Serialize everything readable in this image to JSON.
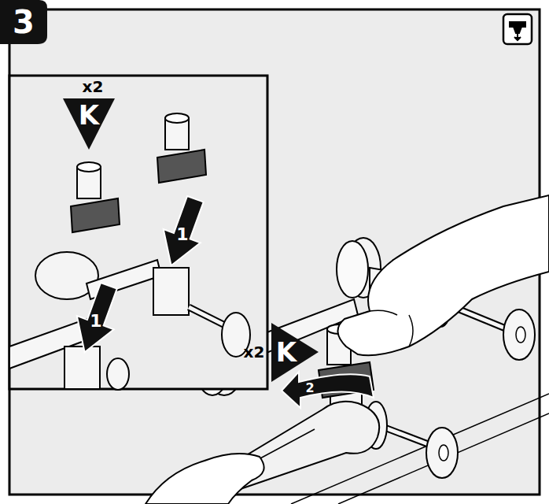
{
  "diagram": {
    "labels": [
      "3",
      "x2",
      "K",
      "1",
      "1",
      "x2",
      "K",
      "2"
    ]
  }
}
